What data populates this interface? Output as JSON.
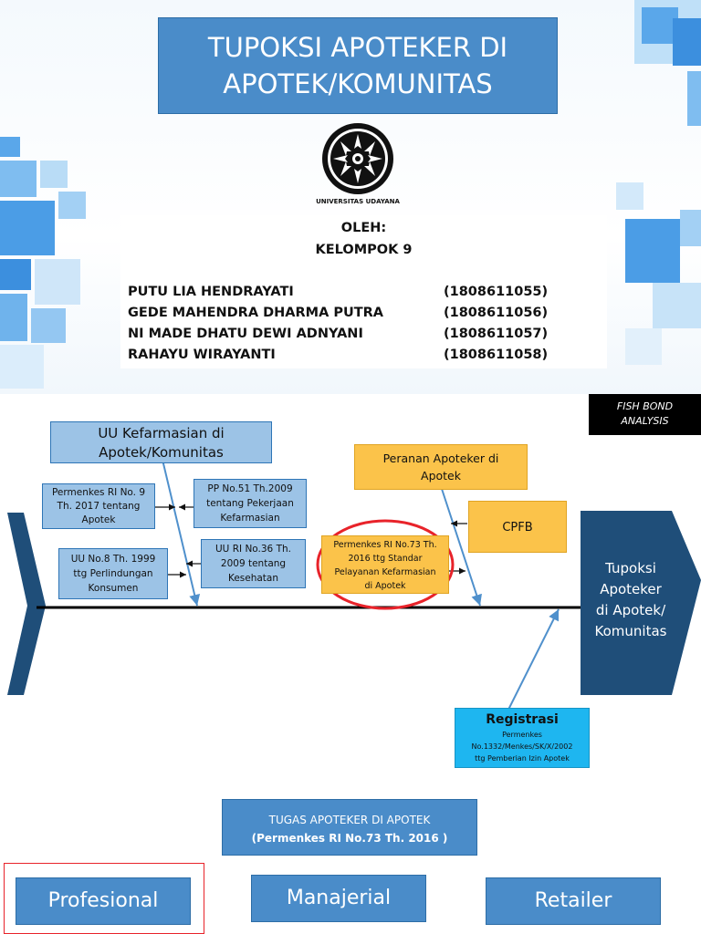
{
  "slide1": {
    "title_line1": "TUPOKSI APOTEKER DI",
    "title_line2": "APOTEK/KOMUNITAS",
    "logo_text": "UNIVERSITAS UDAYANA",
    "oleh": "OLEH:",
    "kelompok": "KELOMPOK 9",
    "members": [
      {
        "name": "PUTU LIA HENDRAYATI",
        "nim": "(1808611055)"
      },
      {
        "name": "GEDE MAHENDRA DHARMA PUTRA",
        "nim": "(1808611056)"
      },
      {
        "name": "NI MADE DHATU DEWI ADNYANI",
        "nim": "(1808611057)"
      },
      {
        "name": "RAHAYU WIRAYANTI",
        "nim": "(1808611058)"
      }
    ],
    "colors": {
      "title_bg": "#4a8cc9",
      "deco_blue": "#3c8fde"
    }
  },
  "slide2": {
    "tag_line1": "FISH BOND",
    "tag_line2": "ANALYSIS",
    "uu_kefarmasian_line1": "UU Kefarmasian di",
    "uu_kefarmasian_line2": "Apotek/Komunitas",
    "permenkes9_line1": "Permenkes RI No. 9",
    "permenkes9_line2": "Th. 2017 tentang",
    "permenkes9_line3": "Apotek",
    "pp51_line1": "PP No.51 Th.2009",
    "pp51_line2": "tentang Pekerjaan",
    "pp51_line3": "Kefarmasian",
    "uu8_line1": "UU No.8 Th. 1999",
    "uu8_line2": "ttg Perlindungan",
    "uu8_line3": "Konsumen",
    "uu36_line1": "UU RI No.36 Th.",
    "uu36_line2": "2009 tentang",
    "uu36_line3": "Kesehatan",
    "peranan_line1": "Peranan Apoteker di",
    "peranan_line2": "Apotek",
    "cpfb": "CPFB",
    "permenkes73_line1": "Permenkes RI No.73 Th.",
    "permenkes73_line2": "2016 ttg Standar",
    "permenkes73_line3": "Pelayanan Kefarmasian",
    "permenkes73_line4": "di Apotek",
    "head_line1": "Tupoksi",
    "head_line2": "Apoteker",
    "head_line3": "di Apotek/",
    "head_line4": "Komunitas",
    "registrasi_title": "Registrasi",
    "registrasi_line1": "Permenkes",
    "registrasi_line2": "No.1332/Menkes/SK/X/2002",
    "registrasi_line3": "ttg Pemberian Izin Apotek",
    "colors": {
      "light_box": "#9cc3e6",
      "orange_box": "#fbc34a",
      "navy": "#1f4e79",
      "cyan": "#1eb6f0",
      "circle": "#e8232a"
    }
  },
  "slide3": {
    "tugas_line1": "TUGAS APOTEKER DI APOTEK",
    "tugas_line2": "(Permenkes RI No.73 Th. 2016 )",
    "roles": [
      "Profesional",
      "Manajerial",
      "Retailer"
    ]
  }
}
